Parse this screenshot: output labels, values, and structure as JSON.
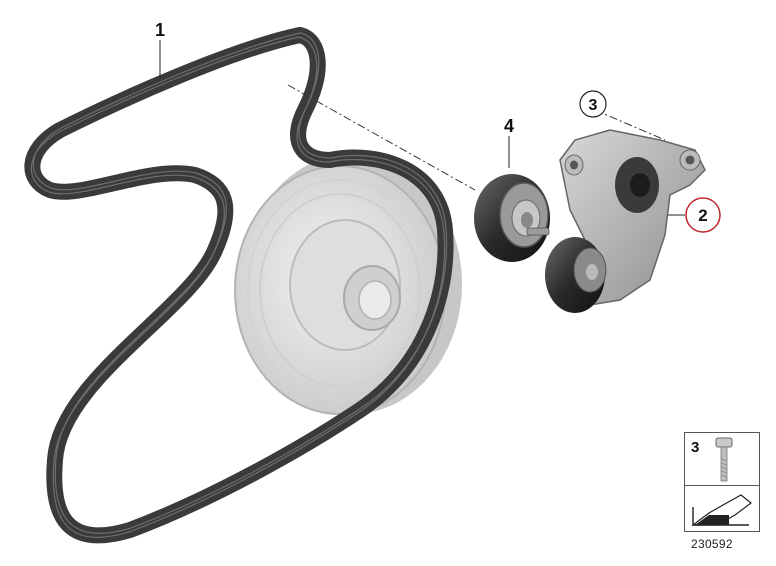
{
  "diagram": {
    "callouts": [
      {
        "id": "1",
        "label": "1"
      },
      {
        "id": "2",
        "label": "2"
      },
      {
        "id": "3",
        "label": "3"
      },
      {
        "id": "4",
        "label": "4"
      }
    ],
    "highlighted_callout": "2",
    "highlight_color": "#c0272d",
    "parts": [
      {
        "id": "1",
        "icon": "ribbed-v-belt-icon"
      },
      {
        "id": "2",
        "icon": "belt-tensioner-icon"
      },
      {
        "id": "3",
        "icon": "hex-bolt-icon"
      },
      {
        "id": "4",
        "icon": "deflection-pulley-icon"
      },
      {
        "id": "crankshaft",
        "icon": "vibration-damper-icon"
      }
    ]
  },
  "legend": {
    "part_number": "3",
    "icon": "hex-bolt-icon",
    "bottom_icon": "arrow-pointer-icon"
  },
  "figure_number": "230592"
}
